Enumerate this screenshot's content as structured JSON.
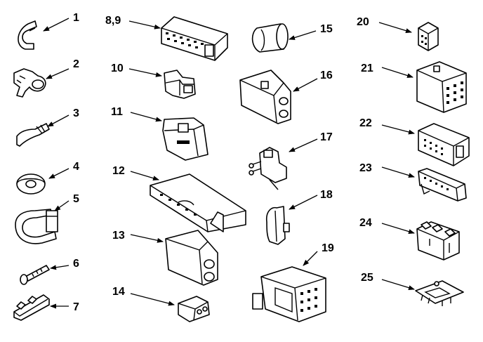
{
  "title": "",
  "callouts": [
    {
      "id": "c1",
      "label": "1"
    },
    {
      "id": "c2",
      "label": "2"
    },
    {
      "id": "c3",
      "label": "3"
    },
    {
      "id": "c4",
      "label": "4"
    },
    {
      "id": "c5",
      "label": "5"
    },
    {
      "id": "c6",
      "label": "6"
    },
    {
      "id": "c7",
      "label": "7"
    },
    {
      "id": "c89",
      "label": "8,9"
    },
    {
      "id": "c10",
      "label": "10"
    },
    {
      "id": "c11",
      "label": "11"
    },
    {
      "id": "c12",
      "label": "12"
    },
    {
      "id": "c13",
      "label": "13"
    },
    {
      "id": "c14",
      "label": "14"
    },
    {
      "id": "c15",
      "label": "15"
    },
    {
      "id": "c16",
      "label": "16"
    },
    {
      "id": "c17",
      "label": "17"
    },
    {
      "id": "c18",
      "label": "18"
    },
    {
      "id": "c19",
      "label": "19"
    },
    {
      "id": "c20",
      "label": "20"
    },
    {
      "id": "c21",
      "label": "21"
    },
    {
      "id": "c22",
      "label": "22"
    },
    {
      "id": "c23",
      "label": "23"
    },
    {
      "id": "c24",
      "label": "24"
    },
    {
      "id": "c25",
      "label": "25"
    }
  ],
  "colors": {
    "ink": "#000000",
    "paper": "#ffffff"
  }
}
